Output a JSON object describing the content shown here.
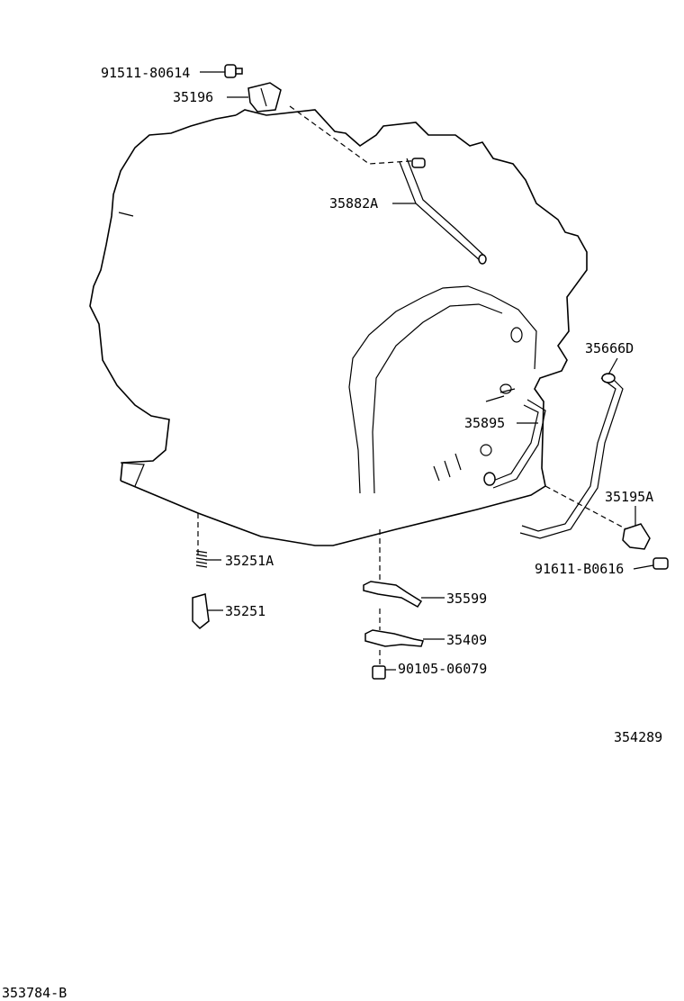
{
  "labels": {
    "bolt_top": "91511-80614",
    "clamp_top": "35196",
    "pipe_upper": "35882A",
    "hose_right": "35666D",
    "pipe_center": "35895",
    "clamp_right": "35195A",
    "bolt_right": "91611-B0616",
    "spring": "35251A",
    "pin": "35251",
    "bracket_upper": "35599",
    "bracket_lower": "35409",
    "bolt_bottom": "90105-06079"
  },
  "figure_number": "354289",
  "diagram_code": "353784-B"
}
